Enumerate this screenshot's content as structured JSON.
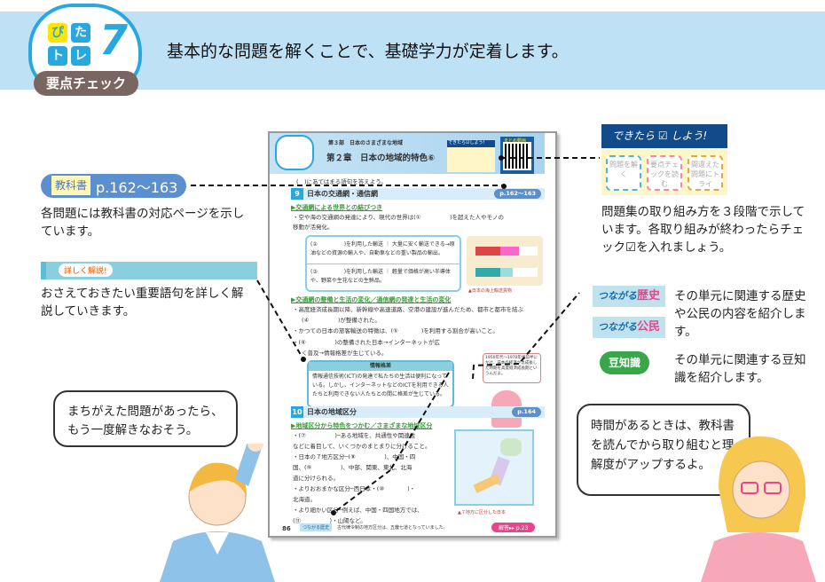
{
  "header": {
    "logo_pi": "ぴ",
    "logo_ta": "た",
    "logo_to": "ト",
    "logo_re": "レ",
    "logo_num": "7",
    "logo_label": "要点チェック",
    "headline": "基本的な問題を解くことで、基礎学力が定着します。"
  },
  "left": {
    "textbook_label": "教科書",
    "textbook_pages": "p.162〜163",
    "textbook_note": "各問題には教科書の対応ページを示しています。",
    "kaisetsu_label": "詳しく解説!",
    "kaisetsu_note": "おさえておきたい重要語句を詳しく解説していきます。",
    "bubble": "まちがえた問題があったら、もう一度解きなおそう。"
  },
  "right": {
    "dekitara_title": "できたら ☑ しよう!",
    "steps": [
      "問題を解く",
      "要点チェックを読む",
      "間違えた問題にトライ"
    ],
    "dekitara_note": "問題集の取り組み方を３段階で示しています。各取り組みが終わったらチェック☑を入れましょう。",
    "tag_rekishi_a": "つながる",
    "tag_rekishi_b": "歴史",
    "tag_koumin_a": "つながる",
    "tag_koumin_b": "公民",
    "tsunagaru_note": "その単元に関連する歴史や公民の内容を紹介します。",
    "mame_label": "豆知識",
    "mame_note": "その単元に関連する豆知識を紹介します。",
    "bubble": "時間があるときは、教科書を読んでから取り組むと理解度がアップするよ。"
  },
  "sample": {
    "part": "第３部　日本のさまざまな地域",
    "chapter": "第２章　日本の地域的特色⑥",
    "dekitara": "できたら☑しよう!",
    "matome": "まとめ動画",
    "instruction": "(　)にあてはまる語句を答えよう。",
    "sec9": {
      "num": "9",
      "title": "日本の交通網・通信網",
      "pages": "p.162〜163"
    },
    "sub1": "▶交通網による世界との結びつき",
    "lines1": [
      "・空や海の交通網の発達により、現代の世界は(①　　　　　)を超えた人やモノの",
      "移動が活発化。",
      "(②　　　　　)を利用した輸送 ｜ 大量に安く輸送できる→原油などの資源の輸入や、自動車などの重い製品の輸出。",
      "(③　　　　　)を利用した輸送 ｜ 軽量で価格が高い半導体や、野菜や生花などの生鮮品。"
    ],
    "chart_caption": "▲日本の海上輸送貨物",
    "sub2": "▶交通網の整備と生活の変化／通信網の発達と生活の変化",
    "lines2": [
      "・高度経済成長期以降、新幹線や高速道路、空港の建設が進んだため、都市と都市を結ぶ",
      "(④　　　　　)が整備された。",
      "・かつての日本の旅客輸送の特徴は、(⑤　　　　)を利用する割合が高いこと。",
      "・(⑥　　　　　)の整備された日本→インターネットが広",
      "く普及→情報格差が生じている。"
    ],
    "kaisetsu_title": "情報格差",
    "kaisetsu_text": "情報通信技術(ICT)の発達で私たちの生活は便利になっている。しかし、インターネットなどのICTを利用できる人たちと利用できない人たちとの間に格差が生じている。",
    "girl_bubble": "1950年代〜1970年代前半にかけ、日本の経済が急成長した時期を高度経済成長期というんだよ。",
    "sec10": {
      "num": "10",
      "title": "日本の地域区分",
      "pages": "p.164"
    },
    "sub3": "▶地域区分から特色をつかむ／さまざまな地域区分",
    "lines3": [
      "・(⑦　　　　　)─ある地域を、共通性や関連性",
      "などに着目して、いくつかのまとまりに分けること。",
      "・日本の７地方区分─(⑧　　　　　)、中国・四",
      "国、(⑨　　　　　)、中部、関東、東北、北海",
      "道に分けられる。",
      "・よりおおまかな区分─西日本・(⑩　　　　)・",
      "北海道。",
      "・より細かい区分─例えば、中国・四国地方では、",
      "(⑪　　　　　)・山陽など。"
    ],
    "map_caption": "▲７地方に区分した日本",
    "page_num": "86",
    "footer_tag": "つながる歴史",
    "footer_text": "古代律令制の地方区分は、五畿七道となっていました。",
    "answer": "解答▸▸ p.23"
  },
  "colors": {
    "accent": "#29a8e0",
    "band": "#bfe1f6",
    "navy": "#124a8a"
  }
}
